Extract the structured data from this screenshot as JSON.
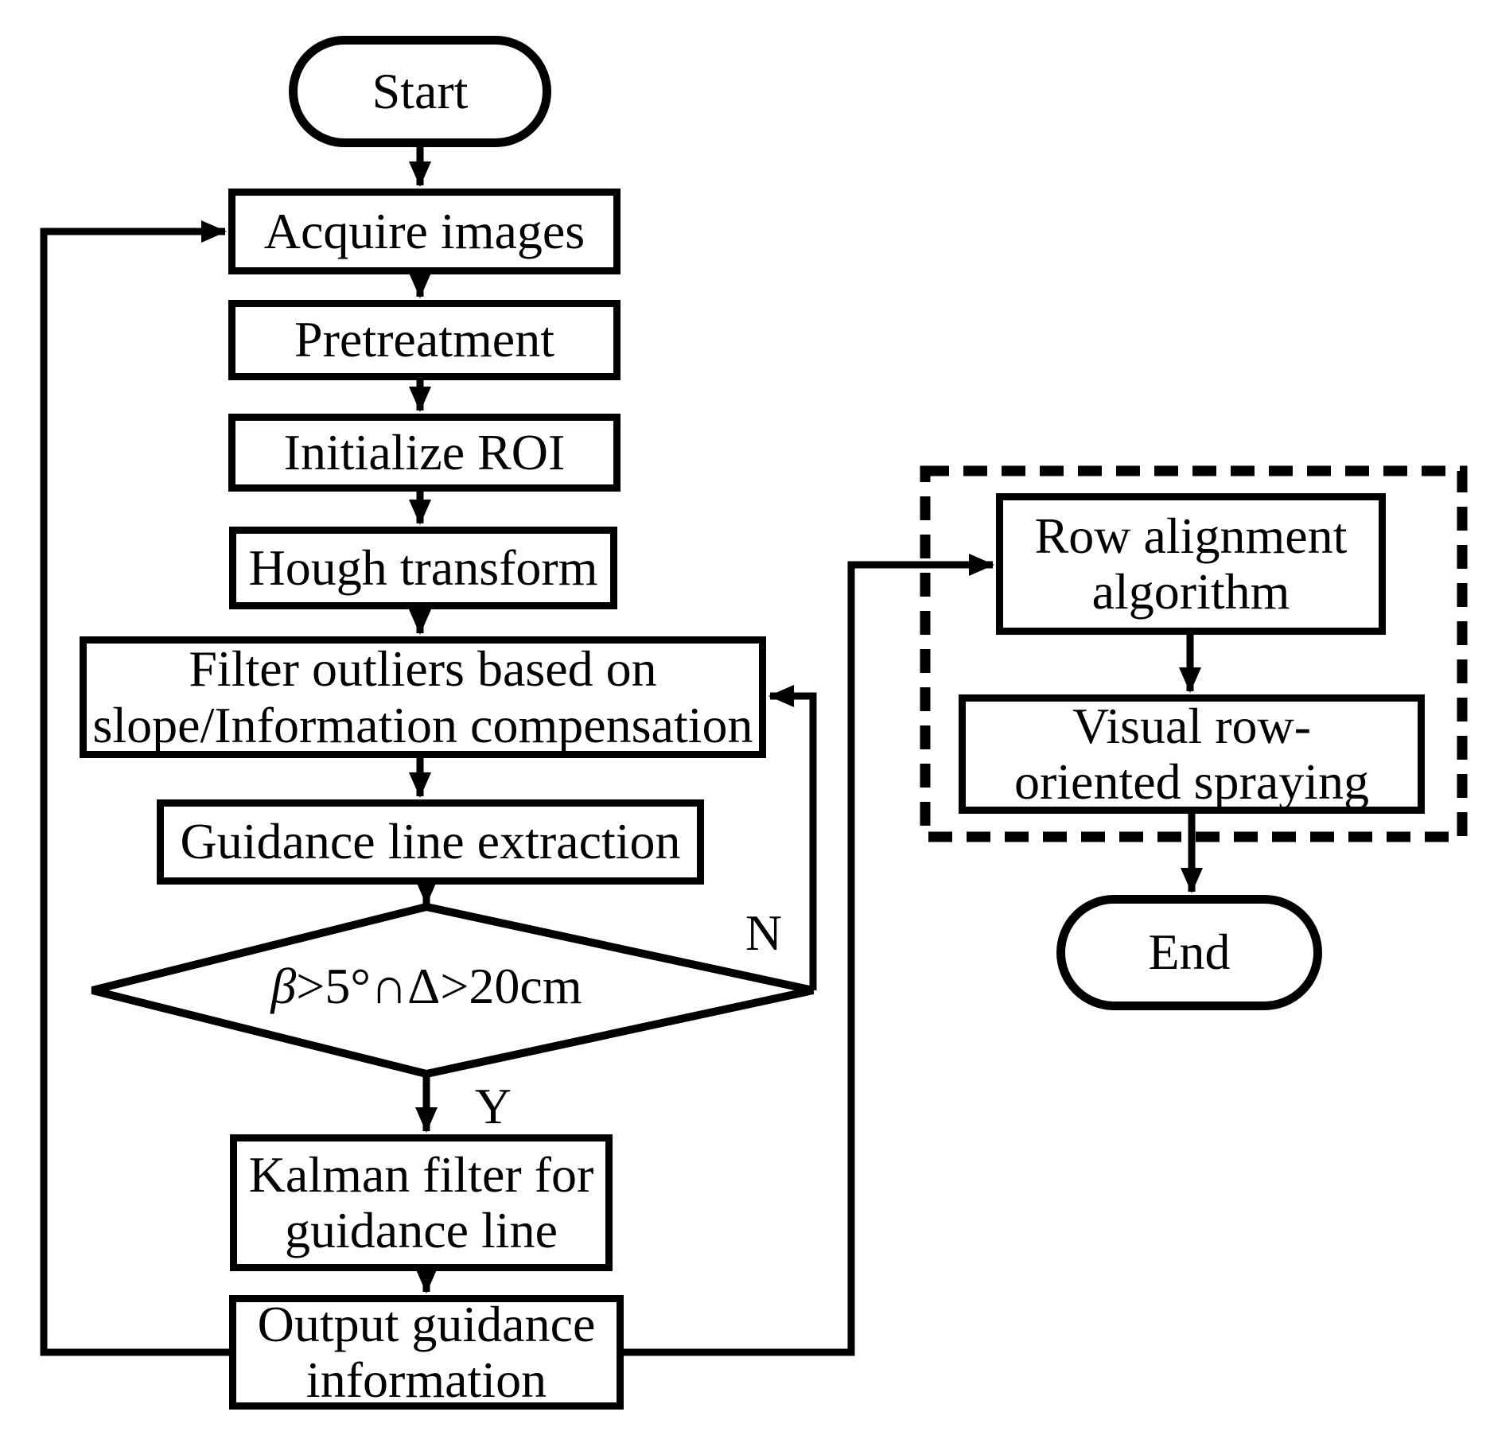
{
  "diagram": {
    "nodes": {
      "start": {
        "label": "Start"
      },
      "acquire_images": {
        "label": "Acquire images"
      },
      "pretreatment": {
        "label": "Pretreatment"
      },
      "initialize_roi": {
        "label": "Initialize ROI"
      },
      "hough_transform": {
        "label": "Hough transform"
      },
      "filter_outliers": {
        "lines": [
          "Filter outliers based on",
          "slope/Information compensation"
        ]
      },
      "guidance_line_extraction": {
        "label": "Guidance line extraction"
      },
      "decision": {
        "beta": "β",
        "condition": ">5°∩Δ>20cm"
      },
      "kalman_filter": {
        "lines": [
          "Kalman filter for",
          "guidance line"
        ]
      },
      "output_guidance": {
        "lines": [
          "Output guidance",
          "information"
        ]
      },
      "row_alignment": {
        "lines": [
          "Row alignment",
          "algorithm"
        ]
      },
      "visual_row_spraying": {
        "lines": [
          "Visual row-",
          "oriented spraying"
        ]
      },
      "end": {
        "label": "End"
      }
    },
    "branch_labels": {
      "yes": "Y",
      "no": "N"
    },
    "colors": {
      "line": "#000000",
      "background": "#ffffff",
      "node_fill": "#ffffff"
    }
  }
}
